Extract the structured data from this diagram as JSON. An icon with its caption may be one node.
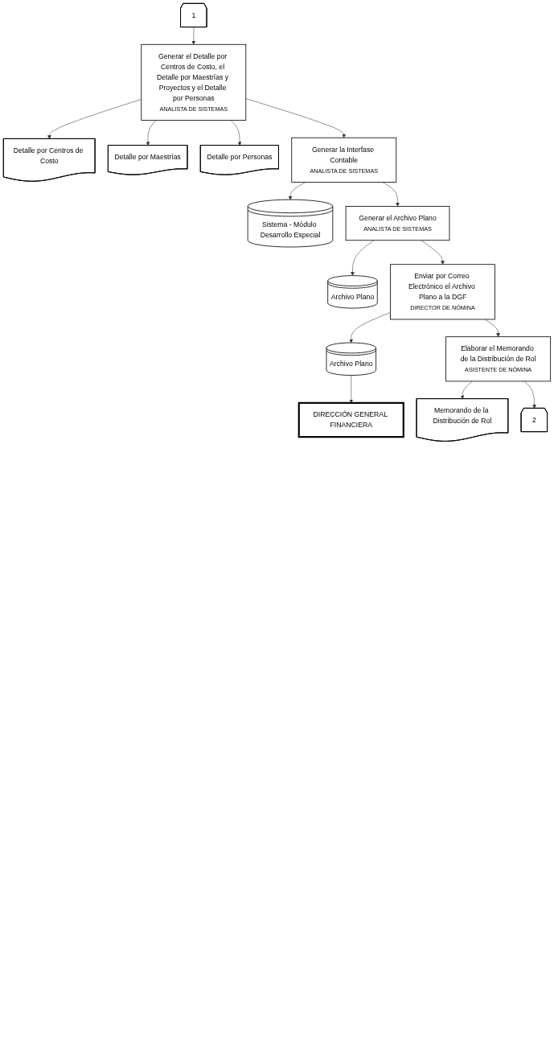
{
  "diagram": {
    "nodes": [
      {
        "text": [
          "1"
        ]
      },
      {
        "text": [
          "Generar el Detalle por Centros de Costo, el Detalle por Maestrías y Proyectos y el Detalle por Personas",
          "ANALISTA DE SISTEMAS"
        ]
      },
      {
        "text": [
          "Detalle por Centros de Costo"
        ]
      },
      {
        "text": [
          "Detalle por Maestrías"
        ]
      },
      {
        "text": [
          "Detalle por Personas"
        ]
      },
      {
        "text": [
          "Generar la Interfase Contable",
          "ANALISTA DE SISTEMAS"
        ]
      },
      {
        "text": [
          "Sistema - Módulo Desarrollo Especial"
        ]
      },
      {
        "text": [
          "Generar el Archivo Plano",
          "ANALISTA DE SISTEMAS"
        ]
      },
      {
        "text": [
          "Archivo Plano"
        ]
      },
      {
        "text": [
          "Enviar por Correo Electrónico el Archivo Plano a la DGF",
          "DIRECTOR DE NÓMINA"
        ]
      },
      {
        "text": [
          "Archivo Plano"
        ]
      },
      {
        "text": [
          "DIRECCIÓN GENERAL FINANCIERA"
        ]
      },
      {
        "text": [
          "Elaborar el Memorando de la Distribución de Rol",
          "ASISTENTE DE NÓMINA"
        ]
      },
      {
        "text": [
          "Memorando de la Distribución de Rol"
        ]
      },
      {
        "text": [
          "2"
        ]
      }
    ],
    "edges": [
      {
        "from": 0,
        "to": 1,
        "arrow": "to"
      },
      {
        "from": 1,
        "to": 2,
        "arrow": "to"
      },
      {
        "from": 1,
        "to": 3,
        "arrow": "to"
      },
      {
        "from": 1,
        "to": 4,
        "arrow": "to"
      },
      {
        "from": 1,
        "to": 5,
        "arrow": "to"
      },
      {
        "from": 5,
        "to": 6,
        "arrow": "to"
      },
      {
        "from": 5,
        "to": 7,
        "arrow": "to"
      },
      {
        "from": 7,
        "to": 8,
        "arrow": "to"
      },
      {
        "from": 7,
        "to": 9,
        "arrow": "to"
      },
      {
        "from": 9,
        "to": 10,
        "arrow": "to"
      },
      {
        "from": 10,
        "to": 11,
        "arrow": "to"
      },
      {
        "from": 9,
        "to": 12,
        "arrow": "to"
      },
      {
        "from": 12,
        "to": 13,
        "arrow": "to"
      },
      {
        "from": 12,
        "to": 14,
        "arrow": "to"
      }
    ]
  }
}
